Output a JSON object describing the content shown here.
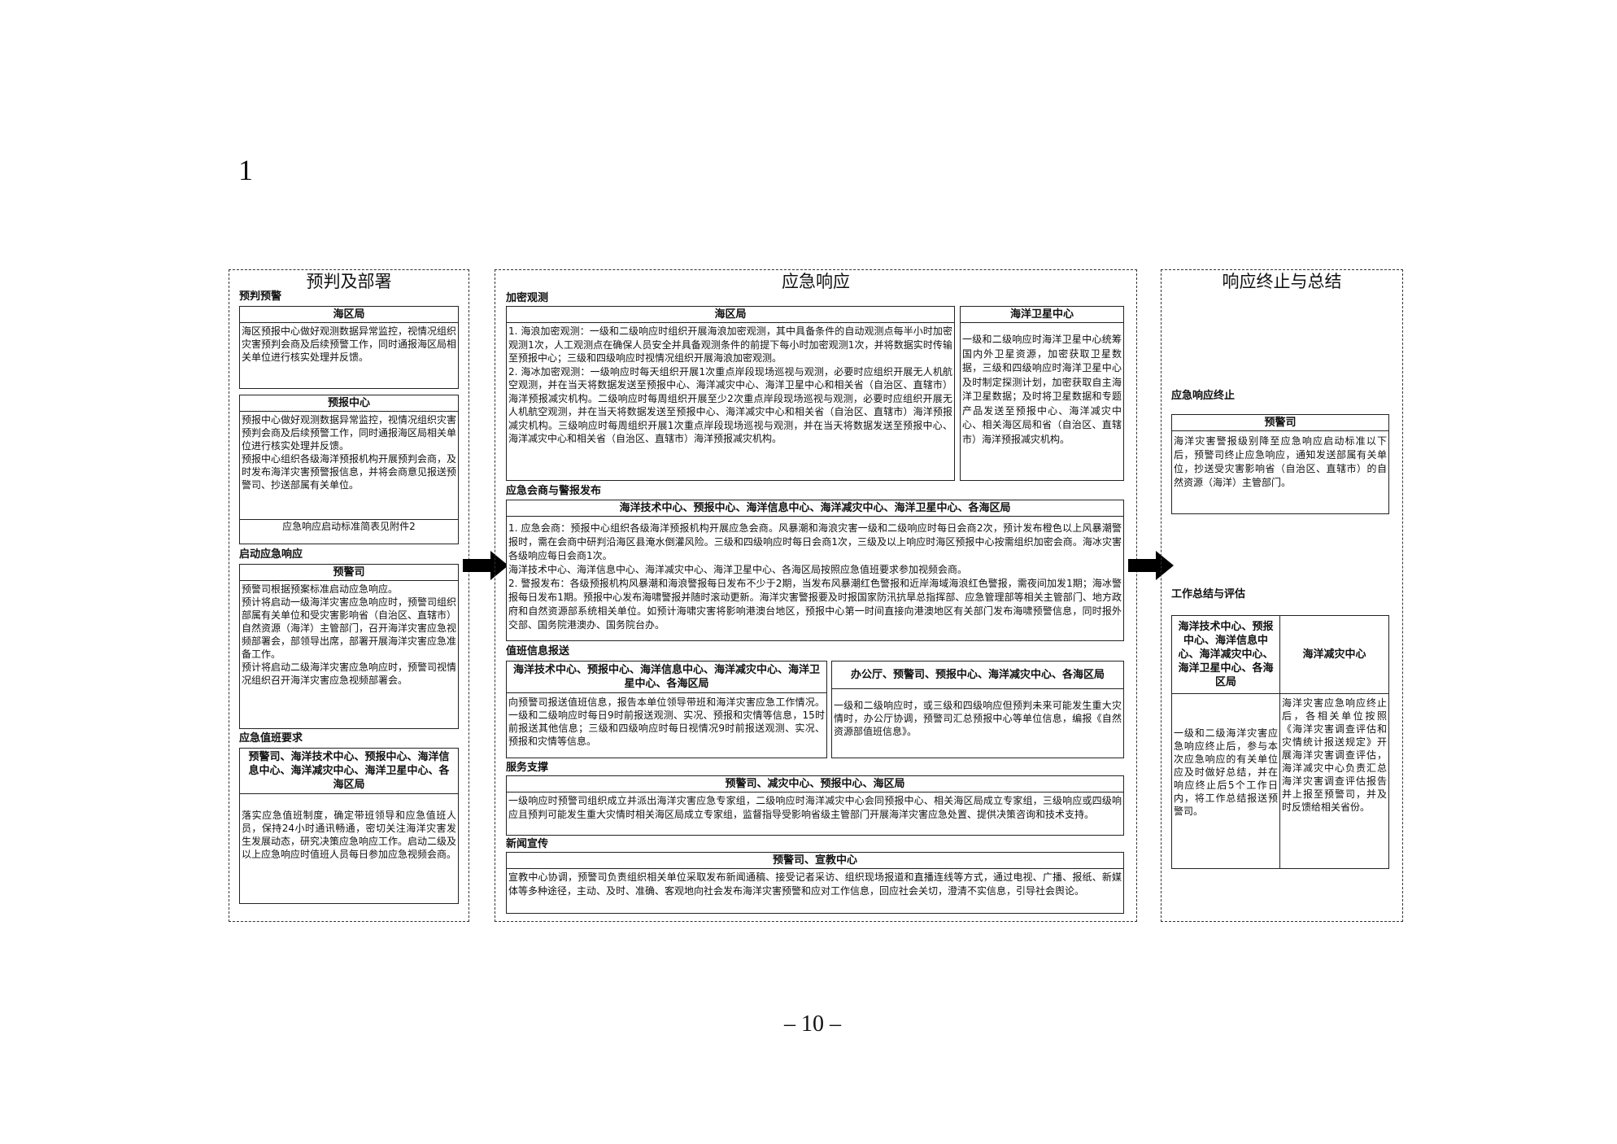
{
  "page_number": "1",
  "footer": "– 10 –",
  "panel1": {
    "title": "预判及部署",
    "sec1": "预判预警",
    "box1": {
      "head": "海区局",
      "body": "海区预报中心做好观测数据异常监控，视情况组织灾害预判会商及后续预警工作，同时通报海区局相关单位进行核实处理并反馈。"
    },
    "box2": {
      "head": "预报中心",
      "body1": "预报中心做好观测数据异常监控，视情况组织灾害预判会商及后续预警工作，同时通报海区局相关单位进行核实处理并反馈。",
      "body2": "预报中心组织各级海洋预报机构开展预判会商，及时发布海洋灾害预警报信息，并将会商意见报送预警司、抄送部属有关单位。",
      "note": "应急响应启动标准简表见附件2"
    },
    "sec2": "启动应急响应",
    "box3": {
      "head": "预警司",
      "body1": "预警司根据预案标准启动应急响应。",
      "body2": "预计将启动一级海洋灾害应急响应时，预警司组织部属有关单位和受灾害影响省（自治区、直辖市）自然资源（海洋）主管部门，召开海洋灾害应急视频部署会，部领导出席，部署开展海洋灾害应急准备工作。",
      "body3": "预计将启动二级海洋灾害应急响应时，预警司视情况组织召开海洋灾害应急视频部署会。"
    },
    "sec3": "应急值班要求",
    "box4": {
      "head": "预警司、海洋技术中心、预报中心、海洋信息中心、海洋减灾中心、海洋卫星中心、各海区局",
      "body": "落实应急值班制度，确定带班领导和应急值班人员，保持24小时通讯畅通，密切关注海洋灾害发生发展动态，研究决策应急响应工作。启动二级及以上应急响应时值班人员每日参加应急视频会商。"
    }
  },
  "panel2": {
    "title": "应急响应",
    "sec1": "加密观测",
    "box1": {
      "head": "海区局",
      "body1": "1. 海浪加密观测：一级和二级响应时组织开展海浪加密观测，其中具备条件的自动观测点每半小时加密观测1次，人工观测点在确保人员安全并具备观测条件的前提下每小时加密观测1次，并将数据实时传输至预报中心；三级和四级响应时视情况组织开展海浪加密观测。",
      "body2": "2. 海冰加密观测：一级响应时每天组织开展1次重点岸段现场巡视与观测，必要时应组织开展无人机航空观测，并在当天将数据发送至预报中心、海洋减灾中心、海洋卫星中心和相关省（自治区、直辖市）海洋预报减灾机构。二级响应时每周组织开展至少2次重点岸段现场巡视与观测，必要时应组织开展无人机航空观测，并在当天将数据发送至预报中心、海洋减灾中心和相关省（自治区、直辖市）海洋预报减灾机构。三级响应时每周组织开展1次重点岸段现场巡视与观测，并在当天将数据发送至预报中心、海洋减灾中心和相关省（自治区、直辖市）海洋预报减灾机构。"
    },
    "box2": {
      "head": "海洋卫星中心",
      "body": "一级和二级响应时海洋卫星中心统筹国内外卫星资源，加密获取卫星数据，三级和四级响应时海洋卫星中心及时制定探测计划，加密获取自主海洋卫星数据；及时将卫星数据和专题产品发送至预报中心、海洋减灾中心、相关海区局和省（自治区、直辖市）海洋预报减灾机构。"
    },
    "sec2": "应急会商与警报发布",
    "box3": {
      "head": "海洋技术中心、预报中心、海洋信息中心、海洋减灾中心、海洋卫星中心、各海区局",
      "body1": "1. 应急会商：预报中心组织各级海洋预报机构开展应急会商。风暴潮和海浪灾害一级和二级响应时每日会商2次，预计发布橙色以上风暴潮警报时，需在会商中研判沿海区县淹水倒灌风险。三级和四级响应时每日会商1次，三级及以上响应时海区预报中心按需组织加密会商。海冰灾害各级响应每日会商1次。",
      "body2": "海洋技术中心、海洋信息中心、海洋减灾中心、海洋卫星中心、各海区局按照应急值班要求参加视频会商。",
      "body3": "2. 警报发布：各级预报机构风暴潮和海浪警报每日发布不少于2期，当发布风暴潮红色警报和近岸海域海浪红色警报，需夜间加发1期；海冰警报每日发布1期。预报中心发布海啸警报并随时滚动更新。海洋灾害警报要及时报国家防汛抗旱总指挥部、应急管理部等相关主管部门、地方政府和自然资源部系统相关单位。如预计海啸灾害将影响港澳台地区，预报中心第一时间直接向港澳地区有关部门发布海啸预警信息，同时报外交部、国务院港澳办、国务院台办。"
    },
    "sec3": "值班信息报送",
    "box4": {
      "head": "海洋技术中心、预报中心、海洋信息中心、海洋减灾中心、海洋卫星中心、各海区局",
      "body": "向预警司报送值班信息，报告本单位领导带班和海洋灾害应急工作情况。一级和二级响应时每日9时前报送观测、实况、预报和灾情等信息，15时前报送其他信息；三级和四级响应时每日视情况9时前报送观测、实况、预报和灾情等信息。"
    },
    "box5": {
      "head": "办公厅、预警司、预报中心、海洋减灾中心、各海区局",
      "body": "一级和二级响应时，或三级和四级响应但预判未来可能发生重大灾情时，办公厅协调，预警司汇总预报中心等单位信息，编报《自然资源部值班信息》。"
    },
    "sec4": "服务支撑",
    "box6": {
      "head": "预警司、减灾中心、预报中心、海区局",
      "body": "一级响应时预警司组织成立并派出海洋灾害应急专家组，二级响应时海洋减灾中心会同预报中心、相关海区局成立专家组，三级响应或四级响应且预判可能发生重大灾情时相关海区局成立专家组，监督指导受影响省级主管部门开展海洋灾害应急处置、提供决策咨询和技术支持。"
    },
    "sec5": "新闻宣传",
    "box7": {
      "head": "预警司、宣教中心",
      "body": "宣教中心协调，预警司负责组织相关单位采取发布新闻通稿、接受记者采访、组织现场报道和直播连线等方式，通过电视、广播、报纸、新媒体等多种途径，主动、及时、准确、客观地向社会发布海洋灾害预警和应对工作信息，回应社会关切，澄清不实信息，引导社会舆论。"
    }
  },
  "panel3": {
    "title": "响应终止与总结",
    "sec1": "应急响应终止",
    "box1": {
      "head": "预警司",
      "body": "海洋灾害警报级别降至应急响应启动标准以下后，预警司终止应急响应，通知发送部属有关单位，抄送受灾害影响省（自治区、直辖市）的自然资源（海洋）主管部门。"
    },
    "sec2": "工作总结与评估",
    "box2": {
      "head_left": "海洋技术中心、预报中心、海洋信息中心、海洋减灾中心、海洋卫星中心、各海区局",
      "head_right": "海洋减灾中心",
      "body_left": "一级和二级海洋灾害应急响应终止后，参与本次应急响应的有关单位应及时做好总结，并在响应终止后5个工作日内，将工作总结报送预警司。",
      "body_right": "海洋灾害应急响应终止后，各相关单位按照《海洋灾害调查评估和灾情统计报送规定》开展海洋灾害调查评估，海洋减灾中心负责汇总海洋灾害调查评估报告并上报至预警司，并及时反馈给相关省份。"
    }
  }
}
